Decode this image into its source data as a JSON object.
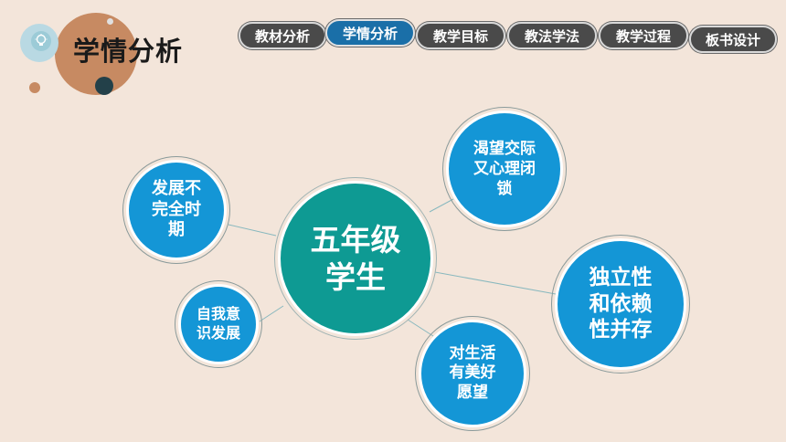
{
  "header": {
    "title": "学情分析"
  },
  "tabs": [
    {
      "label": "教材分析",
      "active": false
    },
    {
      "label": "学情分析",
      "active": true
    },
    {
      "label": "教学目标",
      "active": false
    },
    {
      "label": "教法学法",
      "active": false
    },
    {
      "label": "教学过程",
      "active": false
    },
    {
      "label": "板书设计",
      "active": false
    }
  ],
  "center": {
    "label": "五年级\n学生"
  },
  "nodes": [
    {
      "label": "发展不\n完全时\n期"
    },
    {
      "label": "自我意\n识发展"
    },
    {
      "label": "渴望交际\n又心理闭\n锁"
    },
    {
      "label": "独立性\n和依赖\n性并存"
    },
    {
      "label": "对生活\n有美好\n愿望"
    }
  ],
  "colors": {
    "accent": "#1a6fa8",
    "tab_bg": "#4a4a4a",
    "center": "#0e9a93",
    "node": "#1496d6",
    "background": "#f3e5da"
  },
  "icons": {
    "header": "lightbulb-icon"
  }
}
